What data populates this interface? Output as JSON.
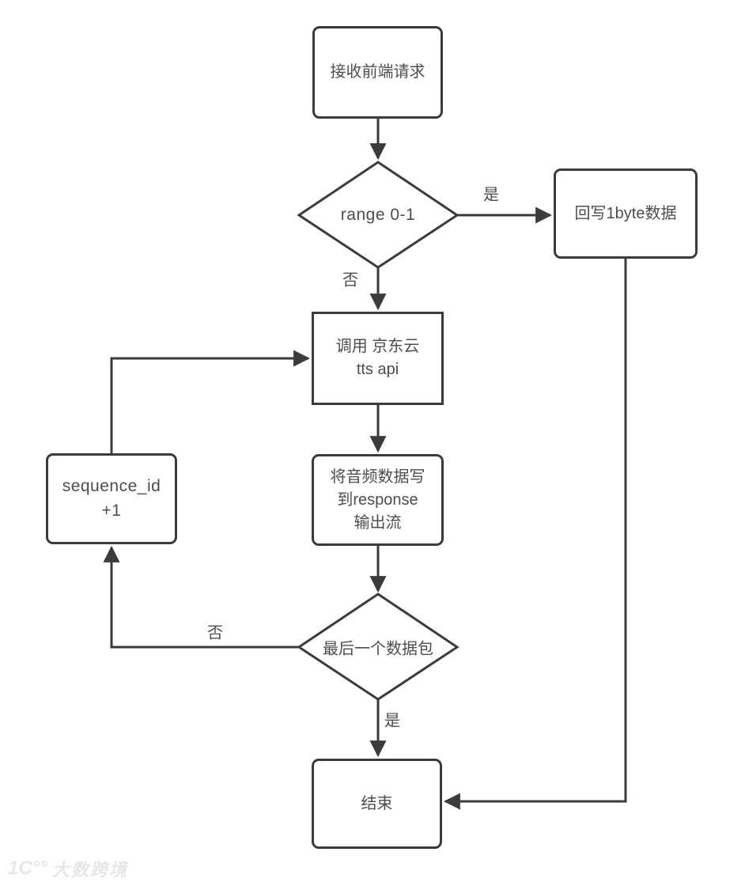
{
  "diagram": {
    "nodes": {
      "start": {
        "label": "接收前端请求"
      },
      "range_decision": {
        "label": "range 0-1"
      },
      "writeback": {
        "label": "回写1byte数据"
      },
      "call_tts": {
        "label": "调用 京东云\ntts api"
      },
      "write_response": {
        "label": "将音频数据写\n到response\n输出流"
      },
      "last_packet_decision": {
        "label": "最后一个数据包"
      },
      "sequence_inc": {
        "label": "sequence_id\n+1"
      },
      "end": {
        "label": "结束"
      }
    },
    "edge_labels": {
      "range_yes": "是",
      "range_no": "否",
      "last_packet_no": "否",
      "last_packet_yes": "是"
    },
    "colors": {
      "stroke": "#3b3b3b",
      "text": "#4d4d4d",
      "background": "#ffffff",
      "watermark": "#e7e7e7"
    }
  },
  "watermark": {
    "logo_glyph": "1C°°",
    "text": "大数跨境"
  }
}
